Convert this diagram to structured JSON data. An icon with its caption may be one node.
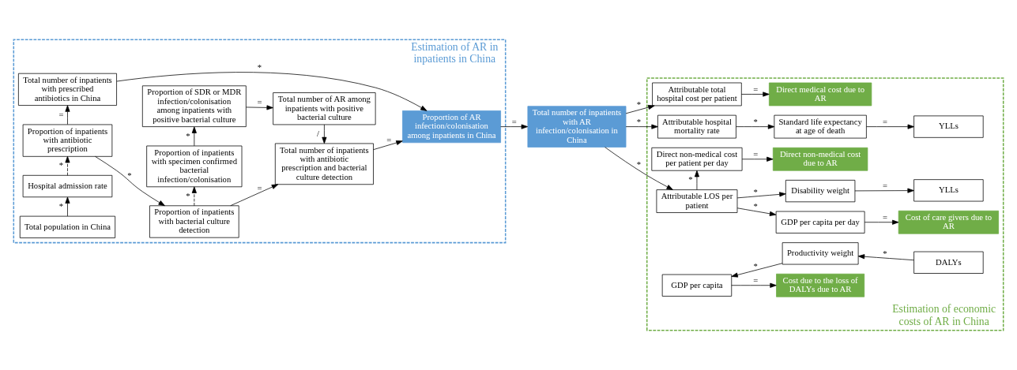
{
  "diagram": {
    "nodes": [
      {
        "text": [
          "Estimation of AR in inpatients in China"
        ]
      },
      {
        "text": [
          "Total population in China"
        ],
        "in": 0
      },
      {
        "text": [
          "Hospital admission rate"
        ],
        "in": 0
      },
      {
        "text": [
          "Proportion of inpatients with antibiotic prescription"
        ],
        "in": 0
      },
      {
        "text": [
          "Total number of inpatients with prescribed antibiotics in China"
        ],
        "in": 0
      },
      {
        "text": [
          "Proportion of SDR or MDR infection/colonisation among inpatients with positive bacterial culture"
        ],
        "in": 0
      },
      {
        "text": [
          "Proportion of inpatients with specimen confirmed bacterial infection/colonisation"
        ],
        "in": 0
      },
      {
        "text": [
          "Proportion of inpatients with bacterial culture detection"
        ],
        "in": 0
      },
      {
        "text": [
          "Total number of AR among inpatients with positive bacterial culture"
        ],
        "in": 0
      },
      {
        "text": [
          "Total number of inpatients with antibiotic prescription and bacterial culture detection"
        ],
        "in": 0
      },
      {
        "text": [
          "Proportion of AR infection/colonisation among inpatients in China"
        ],
        "in": 0
      },
      {
        "text": [
          "Total number of inpatients with AR infection/colonisation in China"
        ]
      },
      {
        "text": [
          "Estimation of economic costs of AR in China"
        ]
      },
      {
        "text": [
          "Attributable total hospital cost per patient"
        ],
        "in": 12
      },
      {
        "text": [
          "Direct medical cost due to AR"
        ],
        "in": 12
      },
      {
        "text": [
          "Attributable hospital mortality rate"
        ],
        "in": 12
      },
      {
        "text": [
          "Standard life expectancy at age of death"
        ],
        "in": 12
      },
      {
        "text": [
          "YLLs"
        ],
        "in": 12
      },
      {
        "text": [
          "Attributable LOS per patient"
        ],
        "in": 12
      },
      {
        "text": [
          "GDP per capita per day"
        ],
        "in": 12
      },
      {
        "text": [
          "Disability weight"
        ],
        "in": 12
      },
      {
        "text": [
          "YLLs"
        ],
        "in": 12
      },
      {
        "text": [
          "Direct non-medical cost per patient per day"
        ],
        "in": 12
      },
      {
        "text": [
          "GDP per capita"
        ],
        "in": 12
      },
      {
        "text": [
          "Productivity weight"
        ],
        "in": 12
      },
      {
        "text": [
          "DALYs"
        ],
        "in": 12
      },
      {
        "text": [
          "Cost of care givers due to AR"
        ],
        "in": 12
      },
      {
        "text": [
          "Direct non-medical cost due to AR"
        ],
        "in": 12
      },
      {
        "text": [
          "Cost due to the loss of DALYs due to AR"
        ],
        "in": 12
      }
    ],
    "edges": [
      {
        "from": 1,
        "to": 2,
        "arrow": "to",
        "label": "*"
      },
      {
        "from": 2,
        "to": 3,
        "arrow": "to",
        "label": "*",
        "style": "dashed"
      },
      {
        "from": 3,
        "to": 7,
        "arrow": "to",
        "label": "*"
      },
      {
        "from": 3,
        "to": 4,
        "arrow": "to",
        "label": "="
      },
      {
        "from": 7,
        "to": 6,
        "arrow": "to",
        "label": "*",
        "style": "dashed"
      },
      {
        "from": 6,
        "to": 5,
        "arrow": "to",
        "label": "*"
      },
      {
        "from": 5,
        "to": 8,
        "arrow": "to",
        "label": "="
      },
      {
        "from": 7,
        "to": 9,
        "arrow": "to",
        "label": "="
      },
      {
        "from": 8,
        "to": 9,
        "arrow": "to",
        "label": "/"
      },
      {
        "from": 9,
        "to": 10,
        "arrow": "to",
        "label": "="
      },
      {
        "from": 4,
        "to": 10,
        "arrow": "to",
        "label": "*"
      },
      {
        "from": 10,
        "to": 11,
        "arrow": "to",
        "label": "="
      },
      {
        "from": 11,
        "to": 13,
        "arrow": "to",
        "label": "*"
      },
      {
        "from": 13,
        "to": 14,
        "arrow": "to",
        "label": "="
      },
      {
        "from": 11,
        "to": 15,
        "arrow": "to",
        "label": "*"
      },
      {
        "from": 15,
        "to": 16,
        "arrow": "to",
        "label": "*"
      },
      {
        "from": 16,
        "to": 17,
        "arrow": "to",
        "label": "="
      },
      {
        "from": 11,
        "to": 18,
        "arrow": "to",
        "label": "*"
      },
      {
        "from": 18,
        "to": 19,
        "arrow": "to",
        "label": "*"
      },
      {
        "from": 18,
        "to": 20,
        "arrow": "to",
        "label": "*"
      },
      {
        "from": 20,
        "to": 21,
        "arrow": "to",
        "label": "="
      },
      {
        "from": 18,
        "to": 22,
        "arrow": "to",
        "label": "*"
      },
      {
        "from": 19,
        "to": 26,
        "arrow": "to",
        "label": "="
      },
      {
        "from": 22,
        "to": 27,
        "arrow": "to",
        "label": "="
      },
      {
        "from": 25,
        "to": 24,
        "arrow": "to",
        "label": "*"
      },
      {
        "from": 24,
        "to": 23,
        "arrow": "to",
        "label": "*"
      },
      {
        "from": 23,
        "to": 28,
        "arrow": "to",
        "label": "="
      }
    ]
  }
}
